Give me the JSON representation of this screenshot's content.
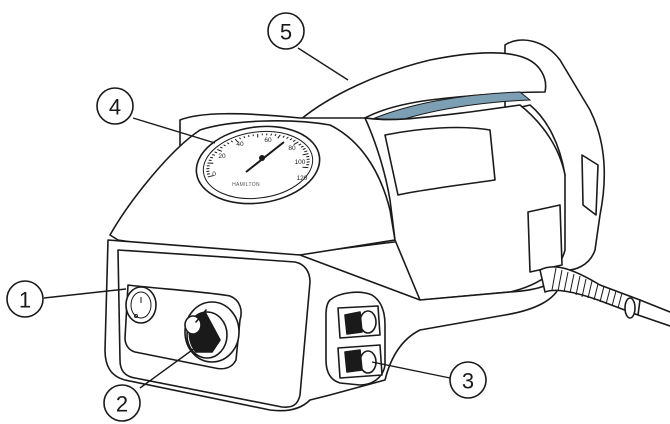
{
  "callouts": [
    {
      "label": "1"
    },
    {
      "label": "2"
    },
    {
      "label": "3"
    },
    {
      "label": "4"
    },
    {
      "label": "5"
    }
  ],
  "gauge": {
    "scale_labels": [
      "0",
      "20",
      "40",
      "60",
      "80",
      "100",
      "120"
    ],
    "brand_text": "HAMILTON"
  },
  "colors": {
    "body": "#ffffff",
    "outline": "#1a1a1a",
    "handle_accent": "#7d9fb3",
    "shadow": "#d9d9d9"
  }
}
